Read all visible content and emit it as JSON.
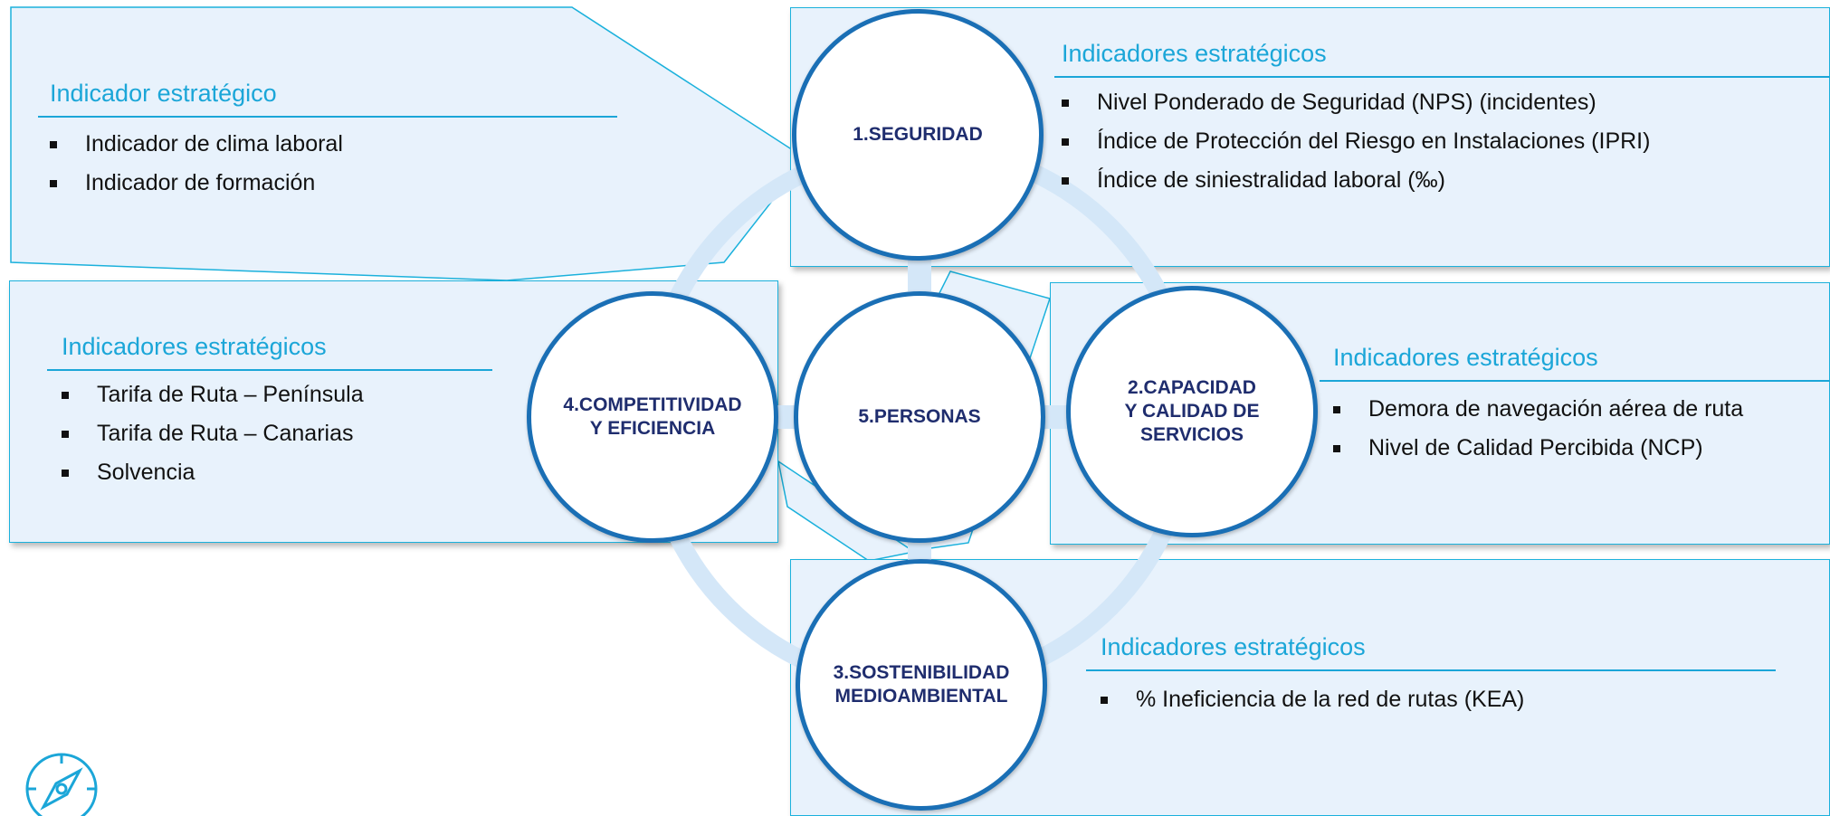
{
  "nodes": {
    "seguridad": "1.SEGURIDAD",
    "capacidad": "2.CAPACIDAD\nY CALIDAD DE\nSERVICIOS",
    "sostenibilidad": "3.SOSTENIBILIDAD\nMEDIOAMBIENTAL",
    "competitividad": "4.COMPETITIVIDAD\nY EFICIENCIA",
    "personas": "5.PERSONAS"
  },
  "panels": {
    "personas": {
      "title": "Indicador estratégico",
      "items": [
        "Indicador de clima laboral",
        "Indicador de formación"
      ]
    },
    "seguridad": {
      "title": "Indicadores estratégicos",
      "items": [
        "Nivel Ponderado de Seguridad (NPS) (incidentes)",
        "Índice de Protección del Riesgo en Instalaciones (IPRI)",
        "Índice de siniestralidad laboral (‰)"
      ]
    },
    "competitividad": {
      "title": "Indicadores estratégicos",
      "items": [
        "Tarifa de Ruta – Península",
        "Tarifa de Ruta – Canarias",
        "Solvencia"
      ]
    },
    "capacidad": {
      "title": "Indicadores estratégicos",
      "items": [
        "Demora de navegación aérea de ruta",
        "Nivel de Calidad Percibida (NCP)"
      ]
    },
    "sostenibilidad": {
      "title": "Indicadores estratégicos",
      "items": [
        "% Ineficiencia de la red de rutas (KEA)"
      ]
    }
  },
  "colors": {
    "accent": "#1ba6d8",
    "circle_border": "#1a6fb5",
    "ring": "#d4e7f8",
    "panel_fill": "#e8f2fc",
    "label": "#1f2d6e"
  },
  "icons": [
    "compass-icon"
  ]
}
